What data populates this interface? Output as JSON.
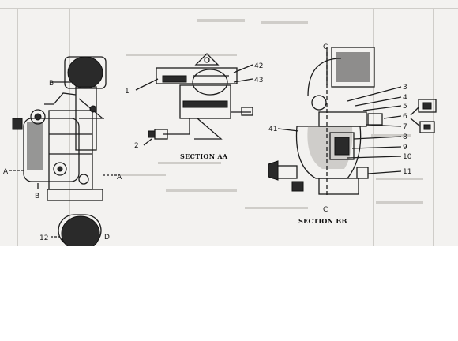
{
  "diagram": {
    "section_aa_caption": "SECTION AA",
    "section_bb_caption": "SECTION BB",
    "left_view_labels": {
      "b_top": "B",
      "b_bottom": "B",
      "a_left": "A",
      "a_right": "A",
      "d_bottom": "D",
      "num_12": "12"
    },
    "section_aa_labels": [
      "1",
      "2",
      "42",
      "43"
    ],
    "section_bb_labels": {
      "c_top": "C",
      "c_bottom": "C",
      "numbers_right": [
        "3",
        "4",
        "5",
        "6",
        "7",
        "8",
        "9",
        "10",
        "11"
      ],
      "num_41": "41"
    }
  }
}
